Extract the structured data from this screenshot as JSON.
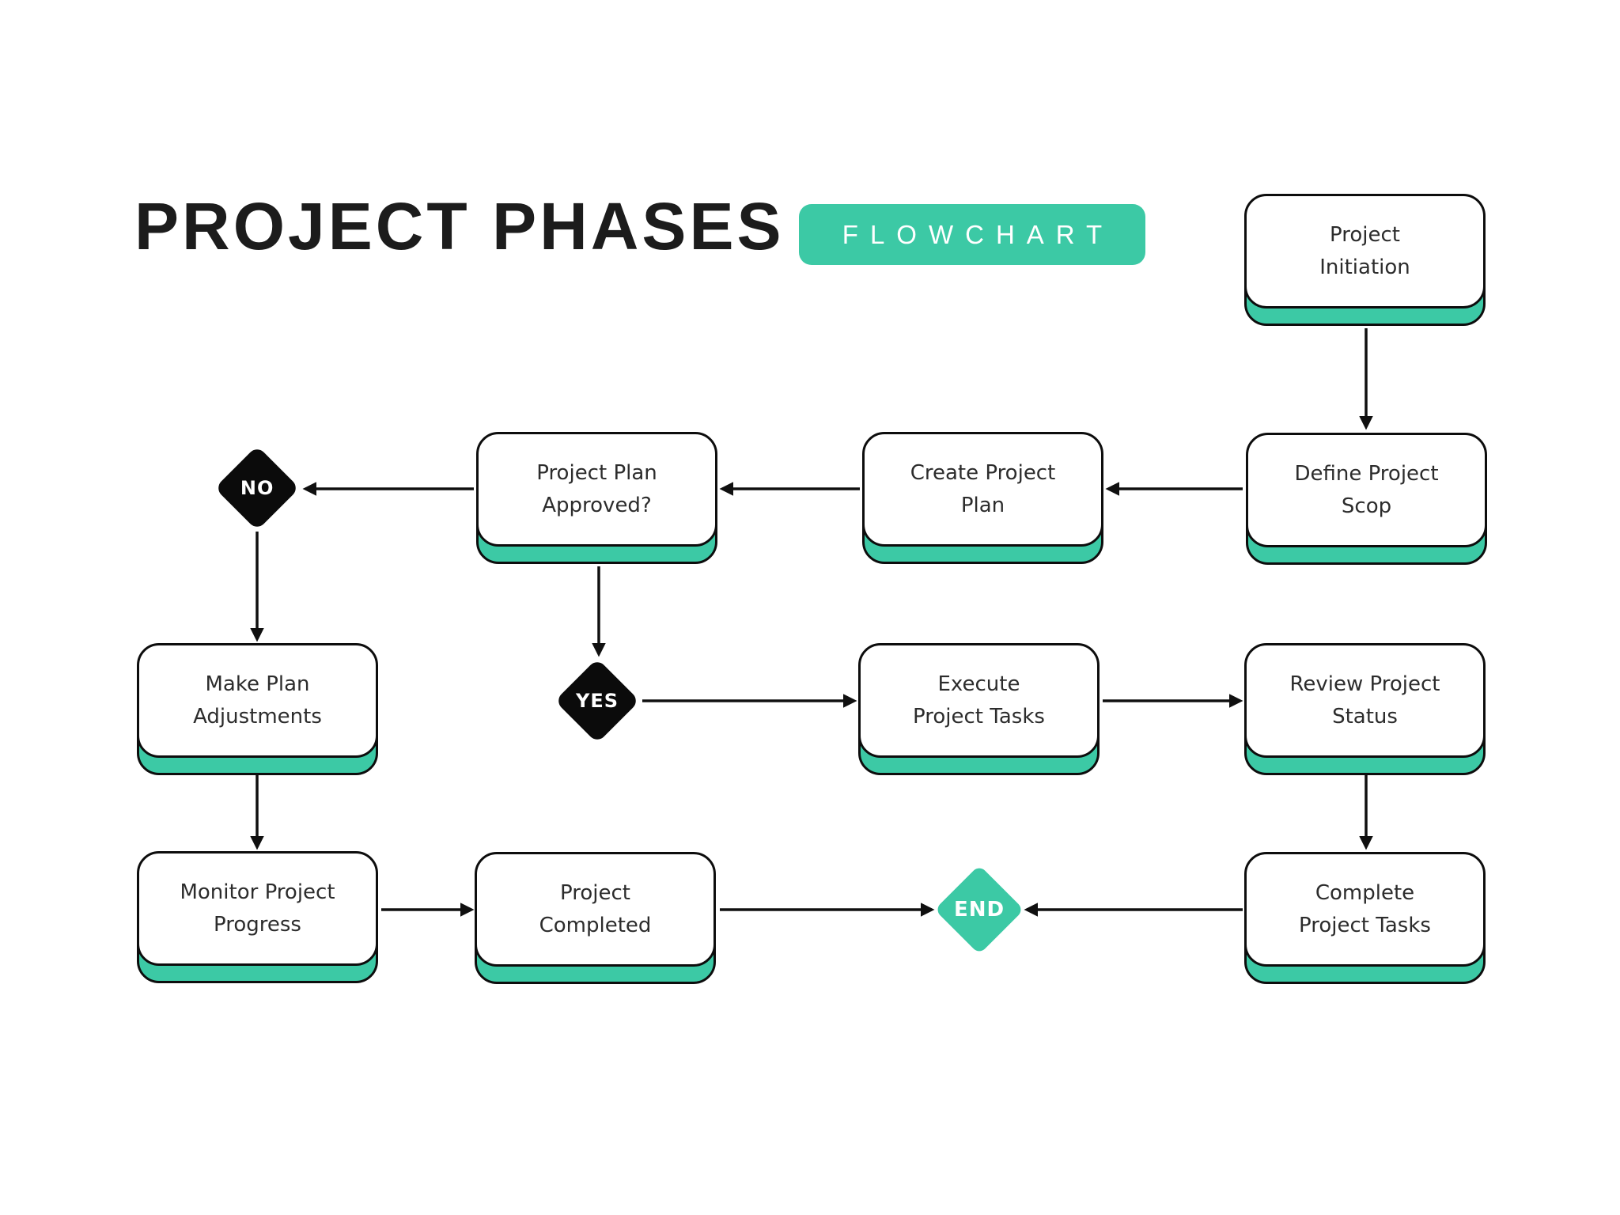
{
  "header": {
    "title": "PROJECT PHASES",
    "badge": "FLOWCHART"
  },
  "colors": {
    "accent_teal": "#3cc9a5",
    "node_border": "#000000",
    "node_fill": "#ffffff",
    "decision_fill": "#0b0b0b",
    "background": "#ffffff"
  },
  "flow": {
    "project_initiation": "Project\nInitiation",
    "define_project_scope": "Define Project\nScop",
    "create_project_plan": "Create Project\nPlan",
    "project_plan_approved": "Project Plan\nApproved?",
    "decision_no": "NO",
    "decision_yes": "YES",
    "make_plan_adjustments": "Make Plan\nAdjustments",
    "execute_project_tasks": "Execute\nProject Tasks",
    "review_project_status": "Review Project\nStatus",
    "monitor_project_progress": "Monitor Project\nProgress",
    "project_completed": "Project\nCompleted",
    "complete_project_tasks": "Complete\nProject Tasks",
    "end_label": "END"
  },
  "connections": [
    {
      "from": "project_initiation",
      "to": "define_project_scope"
    },
    {
      "from": "define_project_scope",
      "to": "create_project_plan"
    },
    {
      "from": "create_project_plan",
      "to": "project_plan_approved"
    },
    {
      "from": "project_plan_approved",
      "to": "decision_no"
    },
    {
      "from": "decision_no",
      "to": "make_plan_adjustments"
    },
    {
      "from": "make_plan_adjustments",
      "to": "monitor_project_progress"
    },
    {
      "from": "monitor_project_progress",
      "to": "project_completed"
    },
    {
      "from": "project_completed",
      "to": "end"
    },
    {
      "from": "project_plan_approved",
      "to": "decision_yes"
    },
    {
      "from": "decision_yes",
      "to": "execute_project_tasks"
    },
    {
      "from": "execute_project_tasks",
      "to": "review_project_status"
    },
    {
      "from": "review_project_status",
      "to": "complete_project_tasks"
    },
    {
      "from": "complete_project_tasks",
      "to": "end"
    }
  ]
}
